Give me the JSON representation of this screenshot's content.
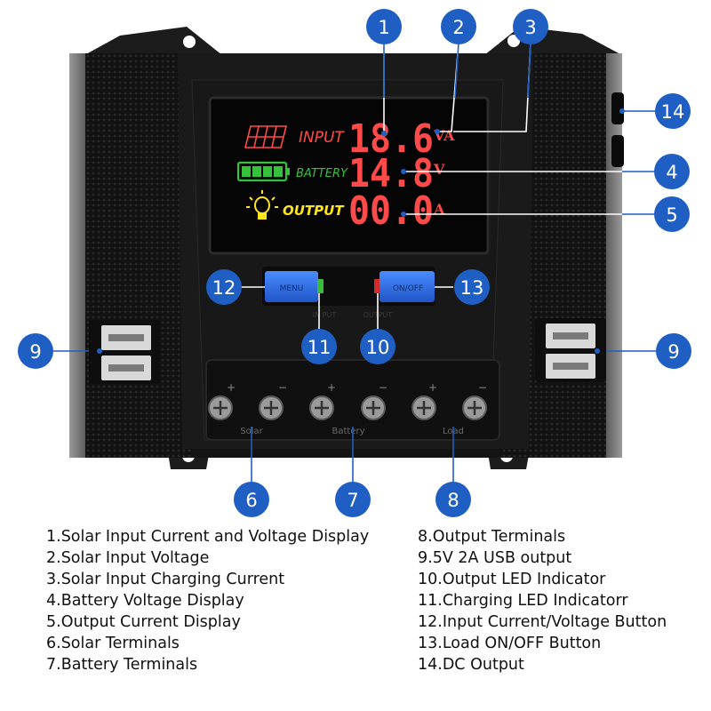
{
  "display": {
    "input_label": "INPUT",
    "battery_label": "BATTERY",
    "output_label": "OUTPUT",
    "input_value": "18.6",
    "battery_value": "14.8",
    "output_value": "00.0",
    "input_unit": "VA",
    "battery_unit": "V",
    "output_unit": "A"
  },
  "buttons": {
    "menu_label": "MENU",
    "onoff_label": "ON/OFF"
  },
  "led_labels": {
    "charge": "IN PUT",
    "output": "OUTPUT"
  },
  "terminal_labels": {
    "solar": "Solar",
    "battery": "Battery",
    "load": "Load"
  },
  "callouts": {
    "c1": "1",
    "c2": "2",
    "c3": "3",
    "c4": "4",
    "c5": "5",
    "c6": "6",
    "c7": "7",
    "c8": "8",
    "c9a": "9",
    "c9b": "9",
    "c10": "10",
    "c11": "11",
    "c12": "12",
    "c13": "13",
    "c14": "14"
  },
  "legend": {
    "left": [
      "1.Solar Input Current and Voltage Display",
      "2.Solar Input Voltage",
      "3.Solar Input Charging Current",
      "4.Battery Voltage Display",
      "5.Output Current Display",
      "6.Solar Terminals",
      "7.Battery Terminals"
    ],
    "right": [
      "8.Output Terminals",
      "9.5V 2A USB output",
      "10.Output LED Indicator",
      "11.Charging LED Indicatorr",
      "12.Input Current/Voltage Button",
      "13.Load ON/OFF Button",
      "14.DC Output"
    ]
  },
  "colors": {
    "callout_fill": "#1f5fc4",
    "button_blue": "#2f6fe0",
    "segment_red": "#ff4a4a",
    "battery_green": "#35c13a",
    "bulb_yellow": "#ffe51a",
    "body_dark": "#1a1a1a"
  }
}
